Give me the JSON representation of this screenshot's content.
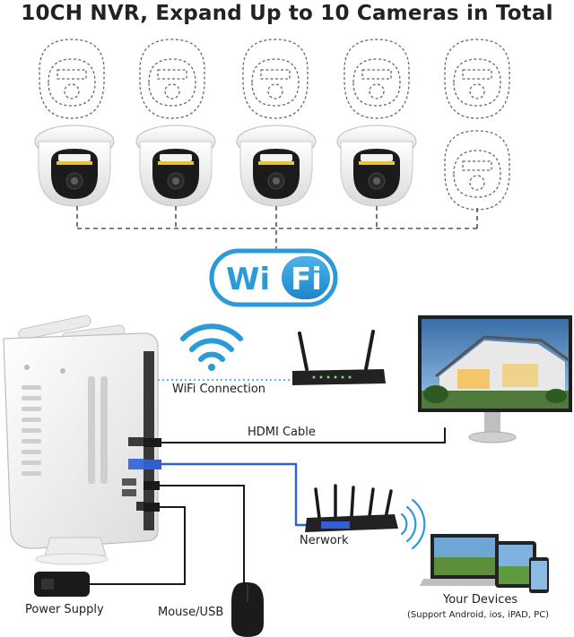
{
  "title": "10CH NVR, Expand Up to 10 Cameras in Total",
  "wifi_badge": {
    "left": "Wi",
    "right": "Fi"
  },
  "labels": {
    "wifi_connection": "WiFi Connection",
    "hdmi_cable": "HDMI Cable",
    "network": "Nerwork",
    "power_supply": "Power Supply",
    "mouse_usb": "Mouse/USB",
    "your_devices": "Your Devices",
    "devices_support": "(Support Android, ios, iPAD, PC)"
  },
  "cameras": {
    "active_count": 4,
    "expansion_count": 6,
    "total_slots": 10
  },
  "colors": {
    "wifi_blue": "#2a9ad8",
    "network_cable": "#2f5fd0",
    "cable_black": "#1a1a1a",
    "dashed": "#555555"
  }
}
